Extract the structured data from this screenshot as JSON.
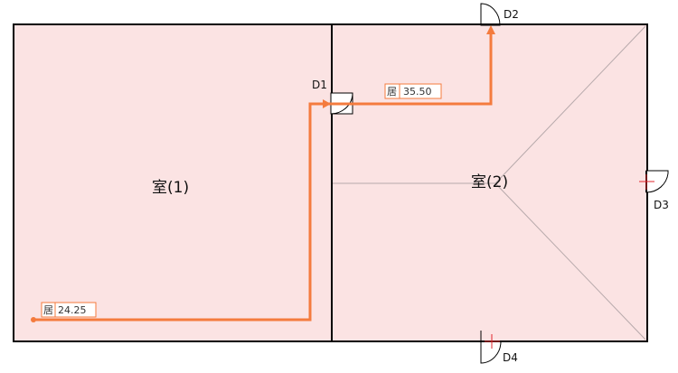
{
  "rooms": [
    {
      "id": "room-1",
      "label": "室(1)"
    },
    {
      "id": "room-2",
      "label": "室(2)"
    }
  ],
  "doors": [
    {
      "id": "D1",
      "label": "D1"
    },
    {
      "id": "D2",
      "label": "D2"
    },
    {
      "id": "D3",
      "label": "D3"
    },
    {
      "id": "D4",
      "label": "D4"
    }
  ],
  "routes": [
    {
      "id": "route-1",
      "prefix": "居",
      "distance": "24.25"
    },
    {
      "id": "route-2",
      "prefix": "居",
      "distance": "35.50"
    }
  ],
  "colors": {
    "room_fill": "#fbe3e3",
    "wall": "#000000",
    "route": "#f47b3e",
    "door_cross": "#e0242b",
    "diagonal": "#b7a9ab"
  }
}
